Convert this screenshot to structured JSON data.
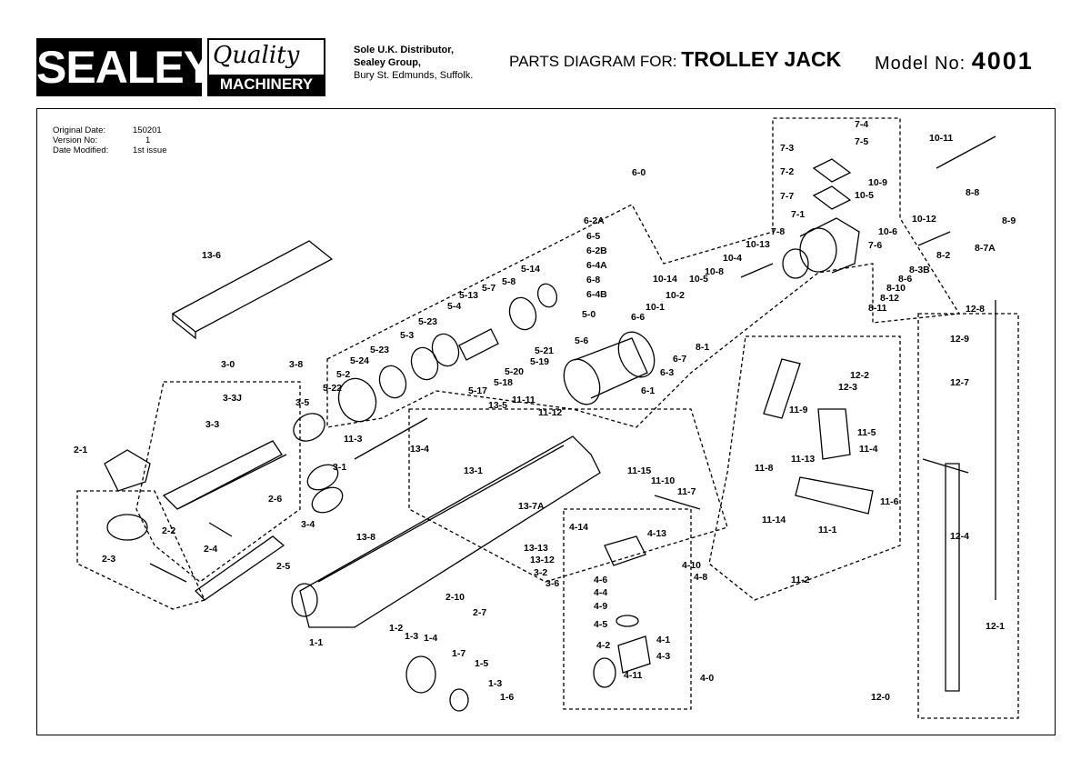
{
  "header": {
    "brand": "SEALEY",
    "quality": "Quality",
    "machinery": "MACHINERY",
    "distributor_lines": [
      "Sole U.K. Distributor,",
      "Sealey Group,",
      "Bury St. Edmunds, Suffolk."
    ],
    "diagram_prefix": "PARTS DIAGRAM FOR:",
    "product": "TROLLEY JACK",
    "model_label": "Model No:",
    "model_number": "4001"
  },
  "meta": {
    "original_date_label": "Original Date:",
    "original_date": "150201",
    "version_label": "Version No:",
    "version": "1",
    "modified_label": "Date Modified:",
    "modified": "1st issue"
  },
  "part_labels": [
    "7-4",
    "7-5",
    "7-3",
    "7-2",
    "7-7",
    "7-1",
    "7-8",
    "7-6",
    "10-11",
    "10-9",
    "10-5",
    "10-12",
    "10-6",
    "10-13",
    "10-4",
    "10-8",
    "10-14",
    "10-5",
    "10-2",
    "10-1",
    "8-8",
    "8-9",
    "8-7A",
    "8-2",
    "8-3B",
    "8-6",
    "8-10",
    "8-12",
    "8-11",
    "8-1",
    "6-0",
    "6-2A",
    "6-5",
    "6-2B",
    "6-4A",
    "6-8",
    "6-4B",
    "6-6",
    "6-7",
    "6-3",
    "6-1",
    "5-14",
    "5-8",
    "5-7",
    "5-13",
    "5-4",
    "5-23",
    "5-3",
    "5-23",
    "5-24",
    "5-2",
    "5-22",
    "5-0",
    "5-6",
    "5-21",
    "5-19",
    "5-20",
    "5-18",
    "5-17",
    "13-6",
    "3-0",
    "3-3J",
    "3-3",
    "3-8",
    "3-5",
    "3-1",
    "3-4",
    "2-1",
    "2-2",
    "2-6",
    "2-4",
    "2-3",
    "2-5",
    "11-3",
    "13-4",
    "13-5",
    "11-11",
    "11-12",
    "13-1",
    "11-15",
    "11-10",
    "11-7",
    "13-7A",
    "13-8",
    "13-13",
    "13-12",
    "3-2",
    "3-6",
    "2-10",
    "2-7",
    "1-1",
    "1-2",
    "1-3",
    "1-4",
    "1-7",
    "1-5",
    "1-3",
    "1-6",
    "4-14",
    "4-13",
    "4-10",
    "4-8",
    "4-6",
    "4-4",
    "4-9",
    "4-5",
    "4-1",
    "4-2",
    "4-3",
    "4-11",
    "4-0",
    "12-2",
    "12-3",
    "11-9",
    "11-5",
    "11-13",
    "11-4",
    "11-8",
    "11-6",
    "11-14",
    "11-1",
    "11-2",
    "12-8",
    "12-9",
    "12-7",
    "12-4",
    "12-1",
    "12-0"
  ]
}
